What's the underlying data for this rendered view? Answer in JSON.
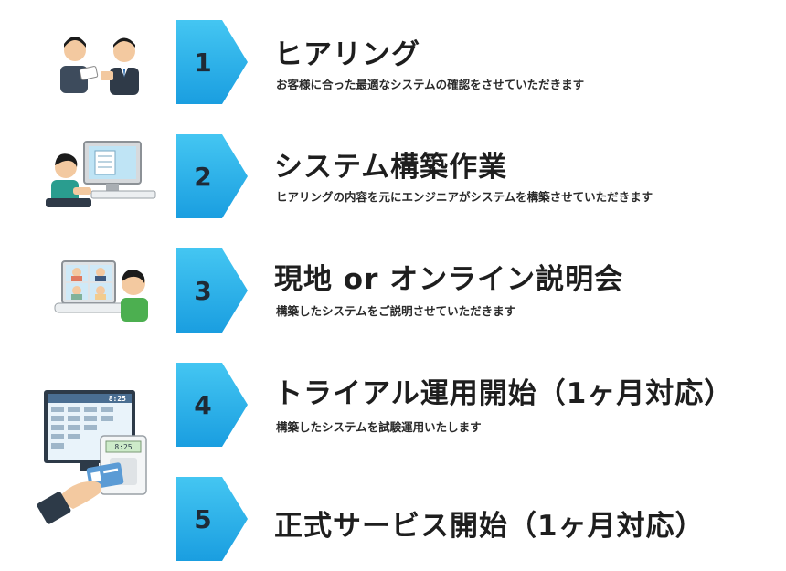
{
  "steps": [
    {
      "number": "1",
      "title": "ヒアリング",
      "description": "お客様に合った最適なシステムの確認をさせていただきます",
      "illustration": "business-meeting-illustration"
    },
    {
      "number": "2",
      "title": "システム構築作業",
      "description": "ヒアリングの内容を元にエンジニアがシステムを構築させていただきます",
      "illustration": "computer-work-illustration"
    },
    {
      "number": "3",
      "title": "現地 or オンライン説明会",
      "description": "構築したシステムをご説明させていただきます",
      "illustration": "online-meeting-illustration"
    },
    {
      "number": "4",
      "title": "トライアル運用開始（1ヶ月対応）",
      "description": "構築したシステムを試験運用いたします",
      "illustration": "timecard-system-illustration",
      "clock_display": "8:25"
    },
    {
      "number": "5",
      "title": "正式サービス開始（1ヶ月対応）",
      "description": "",
      "illustration": ""
    }
  ],
  "colors": {
    "badge_gradient": [
      "#3fc2f0",
      "#1296d8"
    ],
    "text": "#1e1e1e"
  }
}
